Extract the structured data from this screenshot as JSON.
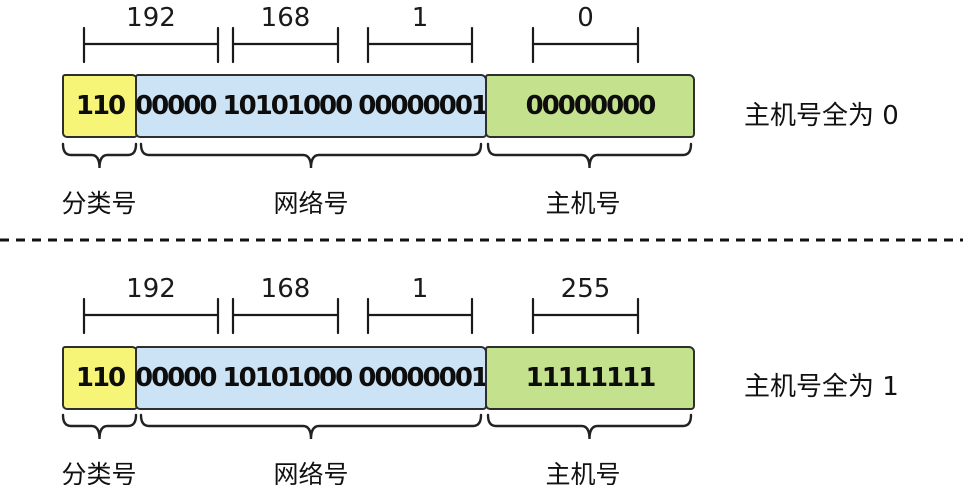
{
  "colors": {
    "class_bg": "#f6f577",
    "network_bg": "#cce3f6",
    "host_bg": "#c4e28e",
    "outline": "#2e2e2e"
  },
  "sections": [
    {
      "octets": [
        "192",
        "168",
        "1",
        "0"
      ],
      "class_bits": "110",
      "network_bits": "00000 10101000 00000001",
      "host_bits": "00000000",
      "class_label": "分类号",
      "network_label": "网络号",
      "host_label": "主机号",
      "annotation": "主机号全为 0"
    },
    {
      "octets": [
        "192",
        "168",
        "1",
        "255"
      ],
      "class_bits": "110",
      "network_bits": "00000 10101000 00000001",
      "host_bits": "11111111",
      "class_label": "分类号",
      "network_label": "网络号",
      "host_label": "主机号",
      "annotation": "主机号全为 1"
    }
  ]
}
